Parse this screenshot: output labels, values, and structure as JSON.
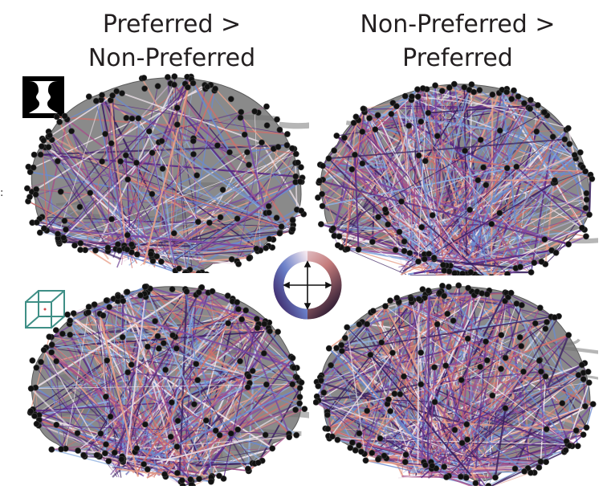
{
  "titles": {
    "left": [
      "Preferred >",
      "Non-Preferred"
    ],
    "right": [
      "Non-Preferred >",
      "Preferred"
    ]
  },
  "colors": {
    "brain": "#8a8a8a",
    "brain_edge": "#5a5a5a",
    "node": "#111111",
    "cube": "#3f8f86",
    "wheel": [
      "#f3e6e6",
      "#d4907a",
      "#8a2e4e",
      "#1a0f2a",
      "#5a3a8a",
      "#7a9ad0"
    ],
    "line_palette": [
      "#5b2a86",
      "#7a4aa6",
      "#a6508a",
      "#d0706a",
      "#e8a08a",
      "#f2e6ee",
      "#8fb0e0",
      "#6a8ad0",
      "#3a2060"
    ]
  },
  "icons": {
    "top_row": "face-vase-icon",
    "bottom_row": "cube-icon",
    "center": "color-wheel-icon"
  },
  "panels": [
    {
      "id": "panel-tl",
      "row": "face-vase",
      "column": "Preferred > Non-Preferred",
      "style": "sparse"
    },
    {
      "id": "panel-tr",
      "row": "face-vase",
      "column": "Non-Preferred > Preferred",
      "style": "dense"
    },
    {
      "id": "panel-bl",
      "row": "cube",
      "column": "Preferred > Non-Preferred",
      "style": "medium"
    },
    {
      "id": "panel-br",
      "row": "cube",
      "column": "Non-Preferred > Preferred",
      "style": "dense"
    }
  ],
  "margin_mark": ":"
}
